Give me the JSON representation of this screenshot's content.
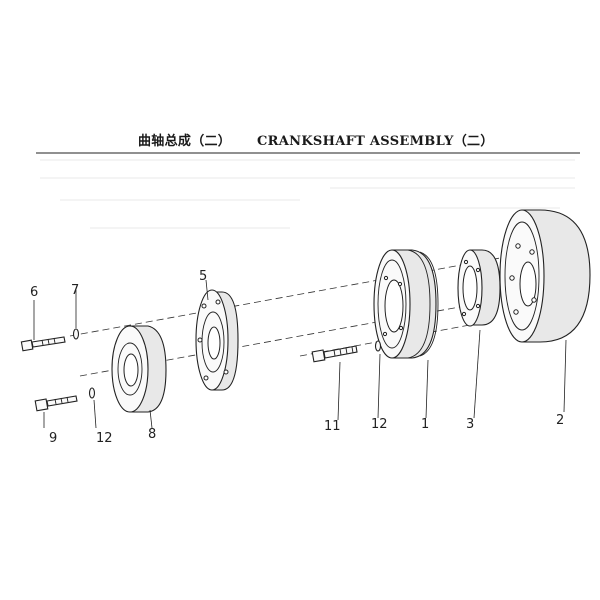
{
  "title": {
    "chinese": "曲轴总成（二）",
    "english": "CRANKSHAFT ASSEMBLY（二）"
  },
  "callouts": [
    {
      "id": "c6",
      "label": "6"
    },
    {
      "id": "c7",
      "label": "7"
    },
    {
      "id": "c5",
      "label": "5"
    },
    {
      "id": "c9",
      "label": "9"
    },
    {
      "id": "c12a",
      "label": "12"
    },
    {
      "id": "c8",
      "label": "8"
    },
    {
      "id": "c11",
      "label": "11"
    },
    {
      "id": "c12b",
      "label": "12"
    },
    {
      "id": "c1",
      "label": "1"
    },
    {
      "id": "c3",
      "label": "3"
    },
    {
      "id": "c2",
      "label": "2"
    }
  ],
  "colors": {
    "line": "#222222",
    "background": "#ffffff"
  }
}
